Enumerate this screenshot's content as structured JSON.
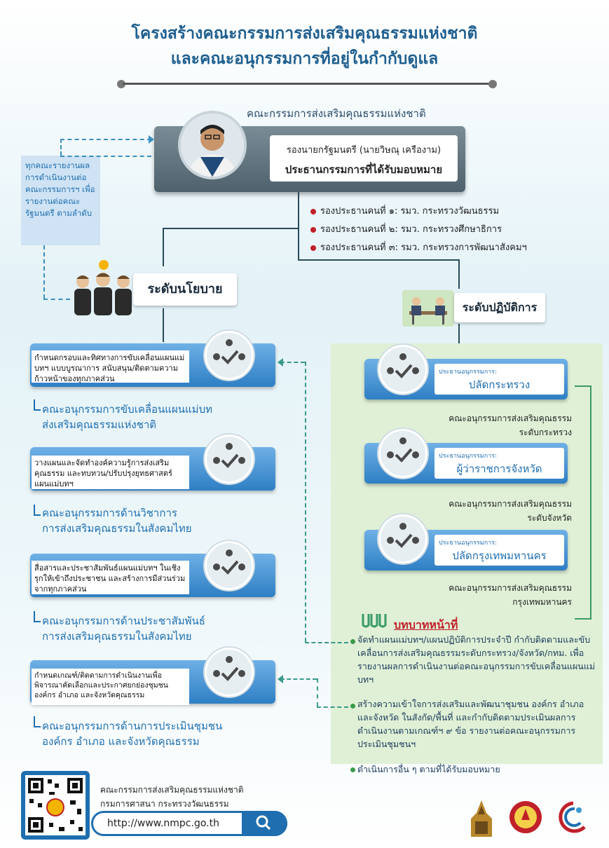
{
  "title": {
    "line1": "โครงสร้างคณะกรรมการส่งเสริมคุณธรรมแห่งชาติ",
    "line2": "และคณะอนุกรรมการที่อยู่ในกำกับดูแล"
  },
  "chair": {
    "committee_label": "คณะกรรมการส่งเสริมคุณธรรมแห่งชาติ",
    "name": "รองนายกรัฐมนตรี (นายวิษณุ เครืองาม)",
    "role": "ประธานกรรมการที่ได้รับมอบหมาย"
  },
  "note": "ทุกคณะรายงานผลการดำเนินงานต่อคณะกรรมการฯ เพื่อรายงานต่อคณะรัฐมนตรี ตามลำดับ",
  "vice_chairs": [
    "รองประธานคนที่ ๑: รมว. กระทรวงวัฒนธรรม",
    "รองประธานคนที่ ๒: รมว. กระทรวงศึกษาธิการ",
    "รองประธานคนที่ ๓: รมว. กระทรวงการพัฒนาสังคมฯ"
  ],
  "policy_level": {
    "label": "ระดับนโยบาย"
  },
  "operation_level": {
    "label": "ระดับปฏิบัติการ"
  },
  "policy_committees": [
    {
      "task": "กำหนดกรอบและทิศทางการขับเคลื่อนแผนแม่บทฯ แบบบูรณาการ สนับสนุน/ติดตามความก้าวหน้าของทุกภาคส่วน",
      "name1": "คณะอนุกรรมการขับเคลื่อนแผนแม่บท",
      "name2": "ส่งเสริมคุณธรรมแห่งชาติ"
    },
    {
      "task": "วางแผนและจัดทำองค์ความรู้การส่งเสริมคุณธรรม และทบทวน/ปรับปรุงยุทธศาสตร์แผนแม่บทฯ",
      "name1": "คณะอนุกรรมการด้านวิชาการ",
      "name2": "การส่งเสริมคุณธรรมในสังคมไทย"
    },
    {
      "task": "สื่อสารและประชาสัมพันธ์แผนแม่บทฯ ในเชิงรุกให้เข้าถึงประชาชน และสร้างการมีส่วนร่วมจากทุกภาคส่วน",
      "name1": "คณะอนุกรรมการด้านประชาสัมพันธ์",
      "name2": "การส่งเสริมคุณธรรมในสังคมไทย"
    },
    {
      "task": "กำหนดเกณฑ์/ติดตามการดำเนินงานเพื่อพิจารณาคัดเลือกและประกาศยกย่องชุมชน องค์กร อำเภอ และจังหวัดคุณธรรม",
      "name1": "คณะอนุกรรมการด้านการประเมินชุมชน",
      "name2": "องค์กร อำเภอ และจังหวัดคุณธรรม"
    }
  ],
  "operation_committees": [
    {
      "chair_label": "ประธานอนุกรรมการ:",
      "chair": "ปลัดกระทรวง",
      "name1": "คณะอนุกรรมการส่งเสริมคุณธรรม",
      "name2": "ระดับกระทรวง"
    },
    {
      "chair_label": "ประธานอนุกรรมการ:",
      "chair": "ผู้ว่าราชการจังหวัด",
      "name1": "คณะอนุกรรมการส่งเสริมคุณธรรม",
      "name2": "ระดับจังหวัด"
    },
    {
      "chair_label": "ประธานอนุกรรมการ:",
      "chair": "ปลัดกรุงเทพมหานคร",
      "name1": "คณะอนุกรรมการส่งเสริมคุณธรรม",
      "name2": "กรุงเทพมหานคร"
    }
  ],
  "roles": {
    "title": "บทบาทหน้าที่",
    "items": [
      "จัดทำแผนแม่บทฯ/แผนปฏิบัติการประจำปี กำกับติดตามและขับเคลื่อนการส่งเสริมคุณธรรมระดับกระทรวง/จังหวัด/กทม. เพื่อรายงานผลการดำเนินงานต่อคณะอนุกรรมการขับเคลื่อนแผนแม่บทฯ",
      "สร้างความเข้าใจการส่งเสริมและพัฒนาชุมชน องค์กร อำเภอ และจังหวัด ในสังกัด/พื้นที่ และกำกับติดตามประเมินผลการดำเนินงานตามเกณฑ์ฯ ๙ ข้อ รายงานต่อคณะอนุกรรมการประเมินชุมชนฯ",
      "ดำเนินการอื่น ๆ ตามที่ได้รับมอบหมาย"
    ]
  },
  "footer": {
    "line1": "คณะกรรมการส่งเสริมคุณธรรมแห่งชาติ",
    "line2": "กรมการศาสนา กระทรวงวัฒนธรรม",
    "url": "http://www.nmpc.go.th",
    "search_icon": "search-icon"
  },
  "colors": {
    "accent": "#1f6fb0",
    "role_title": "#c0202a",
    "green_panel": "#dff0d6"
  }
}
